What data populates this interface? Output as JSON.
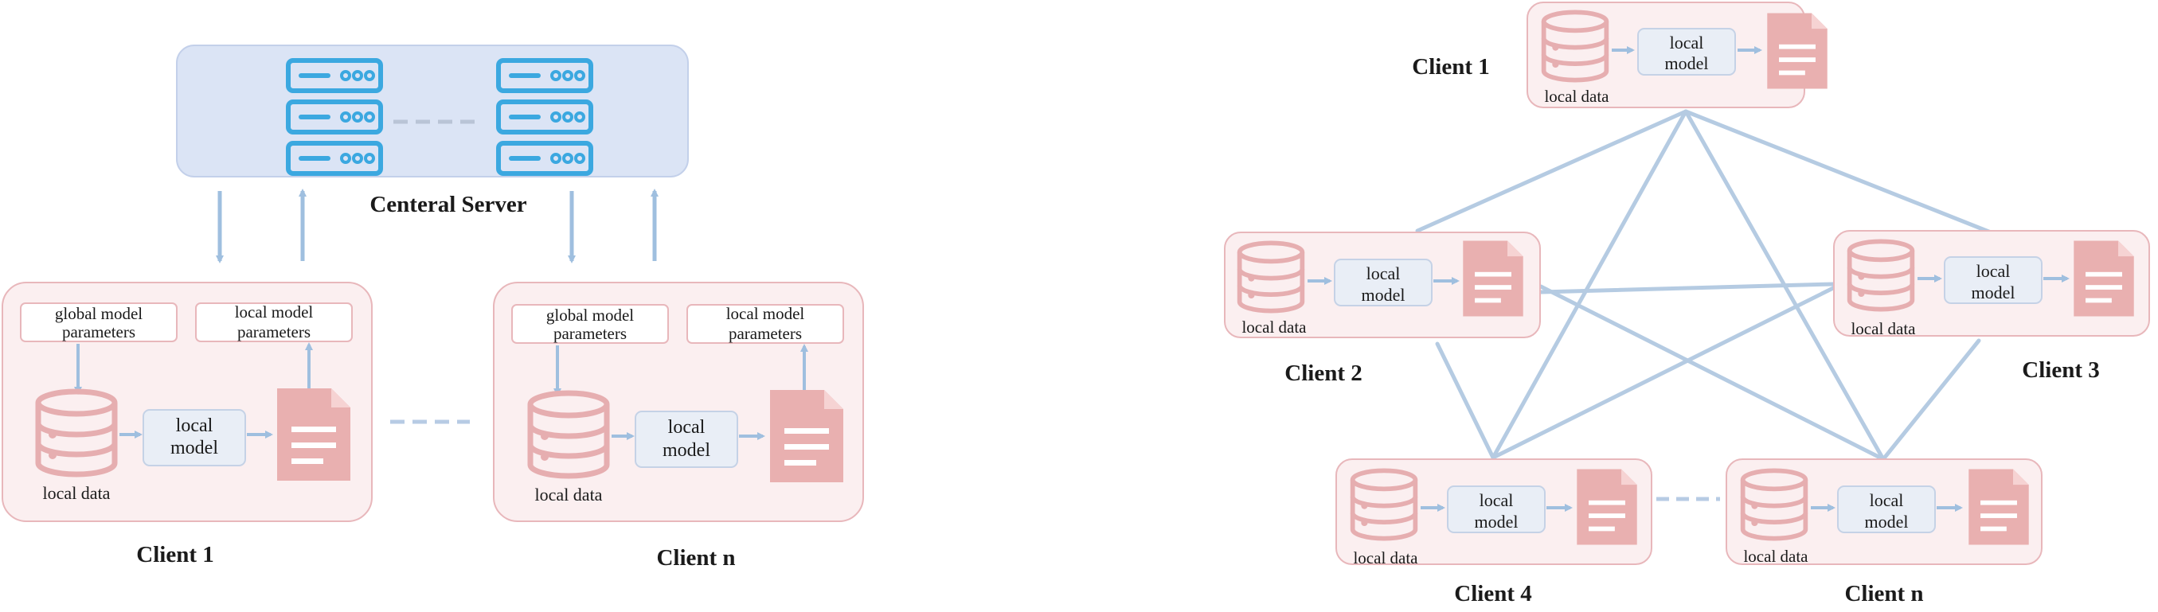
{
  "left": {
    "server_label": "Centeral Server",
    "client_labels": [
      "Client 1",
      "Client n"
    ],
    "box_labels": {
      "global_line1": "global model",
      "global_line2": "parameters",
      "local_line1": "local model",
      "local_line2": "parameters",
      "model_line1": "local",
      "model_line2": "model",
      "data": "local data"
    }
  },
  "right": {
    "client_labels": [
      "Client 1",
      "Client 2",
      "Client 3",
      "Client 4",
      "Client n"
    ],
    "box_labels": {
      "model_line1": "local",
      "model_line2": "model",
      "data": "local data"
    }
  },
  "colors": {
    "server_bg": "#dbe4f5",
    "server_border": "#c3d0ea",
    "server_icon": "#3ba8e0",
    "client_bg": "#fbeff0",
    "client_border": "#e8b7bb",
    "client_icon": "#e6aeb0",
    "doc_fill": "#e9b0b0",
    "model_bg": "#e9eef6",
    "model_border": "#c5d2e6",
    "arrow": "#9fbfdf",
    "edge": "#a9c3de",
    "dash": "#b7cbe4"
  }
}
